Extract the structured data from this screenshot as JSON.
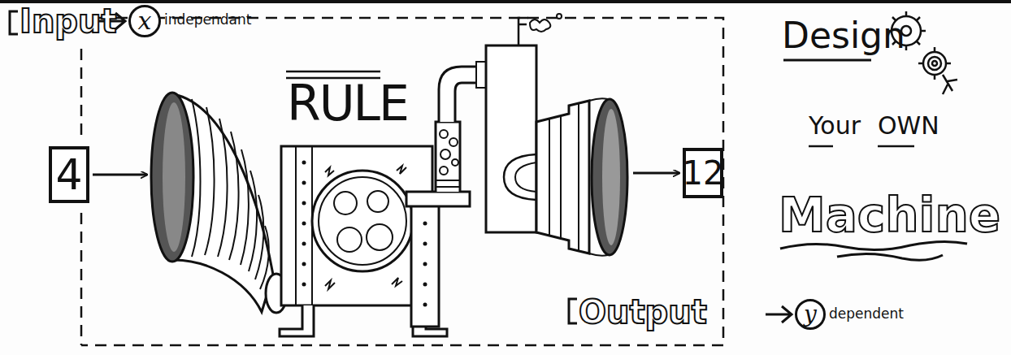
{
  "diagram": {
    "nodes": [
      {
        "text": [
          "x"
        ]
      },
      {
        "text": [
          "4"
        ]
      },
      {
        "text": [
          "RULE"
        ]
      },
      {
        "text": [
          "12"
        ]
      },
      {
        "text": [
          "y"
        ]
      }
    ],
    "edges": [
      {
        "from": 1,
        "to": 2,
        "arrow": "to"
      },
      {
        "from": 2,
        "to": 3,
        "arrow": "to"
      }
    ],
    "labels": [
      "Input",
      "independant",
      "Design",
      "Your",
      "OWN",
      "Machine",
      "Output",
      "dependent"
    ]
  }
}
